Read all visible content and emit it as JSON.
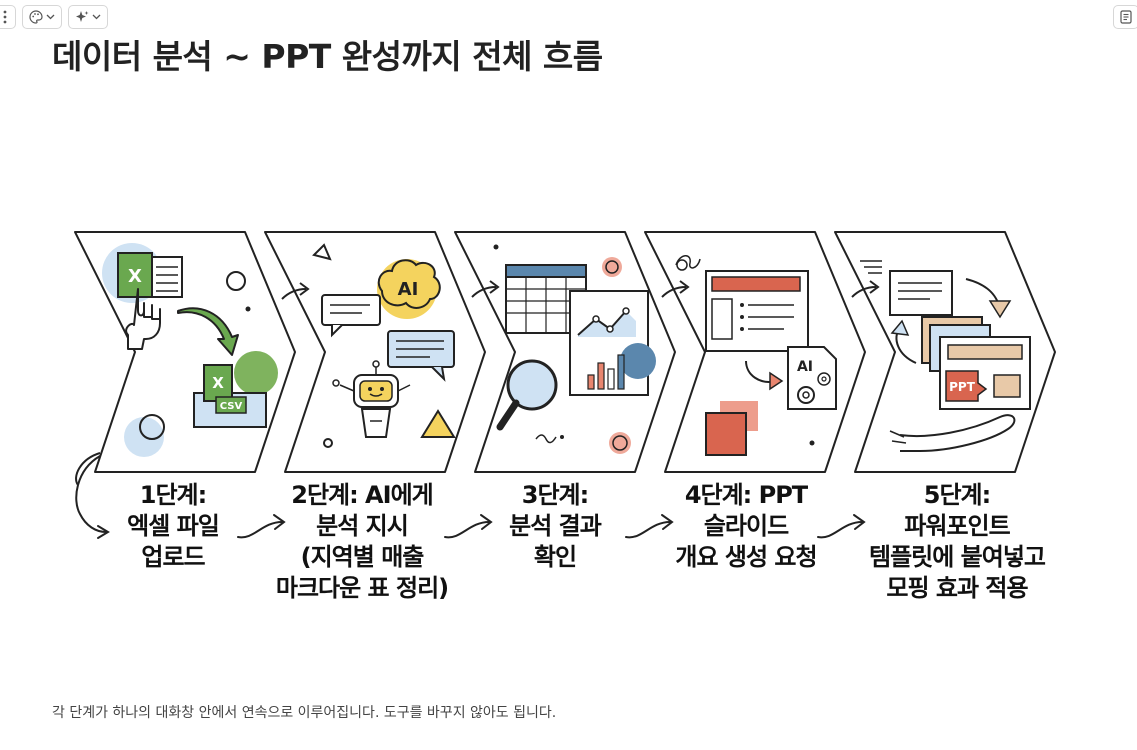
{
  "page": {
    "title": "데이터 분석 ~ PPT 완성까지 전체 흐름",
    "footer": "각 단계가 하나의 대화창 안에서 연속으로 이루어집니다. 도구를 바꾸지 않아도 됩니다."
  },
  "toolbar": {
    "left_items": [
      {
        "name": "more-menu",
        "icon": "vertical-ellipsis-icon"
      },
      {
        "name": "style-picker",
        "icon": "palette-icon",
        "has_dropdown": true
      },
      {
        "name": "ai-actions",
        "icon": "sparkles-icon",
        "has_dropdown": true
      }
    ],
    "right_items": [
      {
        "name": "notes",
        "icon": "document-icon"
      }
    ]
  },
  "figure": {
    "icon_labels": {
      "excel": "X",
      "csv": "CSV",
      "ai_brain": "AI",
      "ai_doc": "AI",
      "ppt": "PPT"
    },
    "steps": [
      {
        "lines": [
          "1단계:",
          "엑셀 파일",
          "업로드"
        ]
      },
      {
        "lines": [
          "2단계: AI에게",
          "분석 지시",
          "(지역별 매출",
          "마크다운 표 정리)"
        ]
      },
      {
        "lines": [
          "3단계:",
          "분석 결과",
          "확인"
        ]
      },
      {
        "lines": [
          "4단계: PPT",
          "슬라이드",
          "개요 생성 요청"
        ]
      },
      {
        "lines": [
          "5단계:",
          "파워포인트",
          "템플릿에 붙여넣고",
          "모핑 효과 적용"
        ]
      }
    ],
    "colors": {
      "stroke": "#222222",
      "green": "#7fb35e",
      "excel_green": "#6aa84f",
      "light_blue": "#cfe2f3",
      "blue": "#5b87ad",
      "yellow": "#f4d35e",
      "salmon": "#e8856f",
      "red": "#d9654f",
      "tan": "#e8c9a8"
    }
  }
}
